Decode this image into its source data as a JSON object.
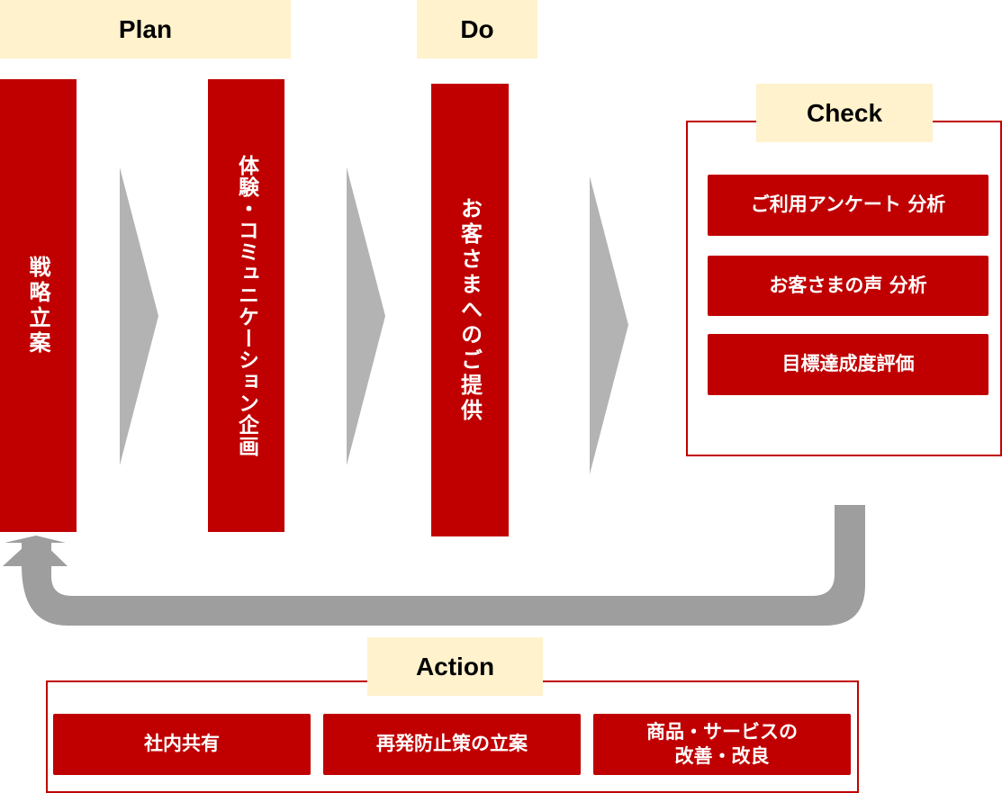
{
  "phases": {
    "plan": {
      "label": "Plan",
      "steps": [
        "戦略立案",
        "体験・コミュニケーション企画"
      ]
    },
    "do": {
      "label": "Do",
      "steps": [
        "お客さまへのご提供"
      ]
    },
    "check": {
      "label": "Check",
      "items": [
        "ご利用アンケート 分析",
        "お客さまの声 分析",
        "目標達成度評価"
      ]
    },
    "action": {
      "label": "Action",
      "items": [
        "社内共有",
        "再発防止策の立案",
        "商品・サービスの\n改善・改良"
      ]
    }
  },
  "colors": {
    "accent_red": "#c00000",
    "label_bg": "#fff2cc",
    "arrow_light_gray": "#b3b3b3",
    "arrow_dark_gray": "#9e9e9e"
  }
}
